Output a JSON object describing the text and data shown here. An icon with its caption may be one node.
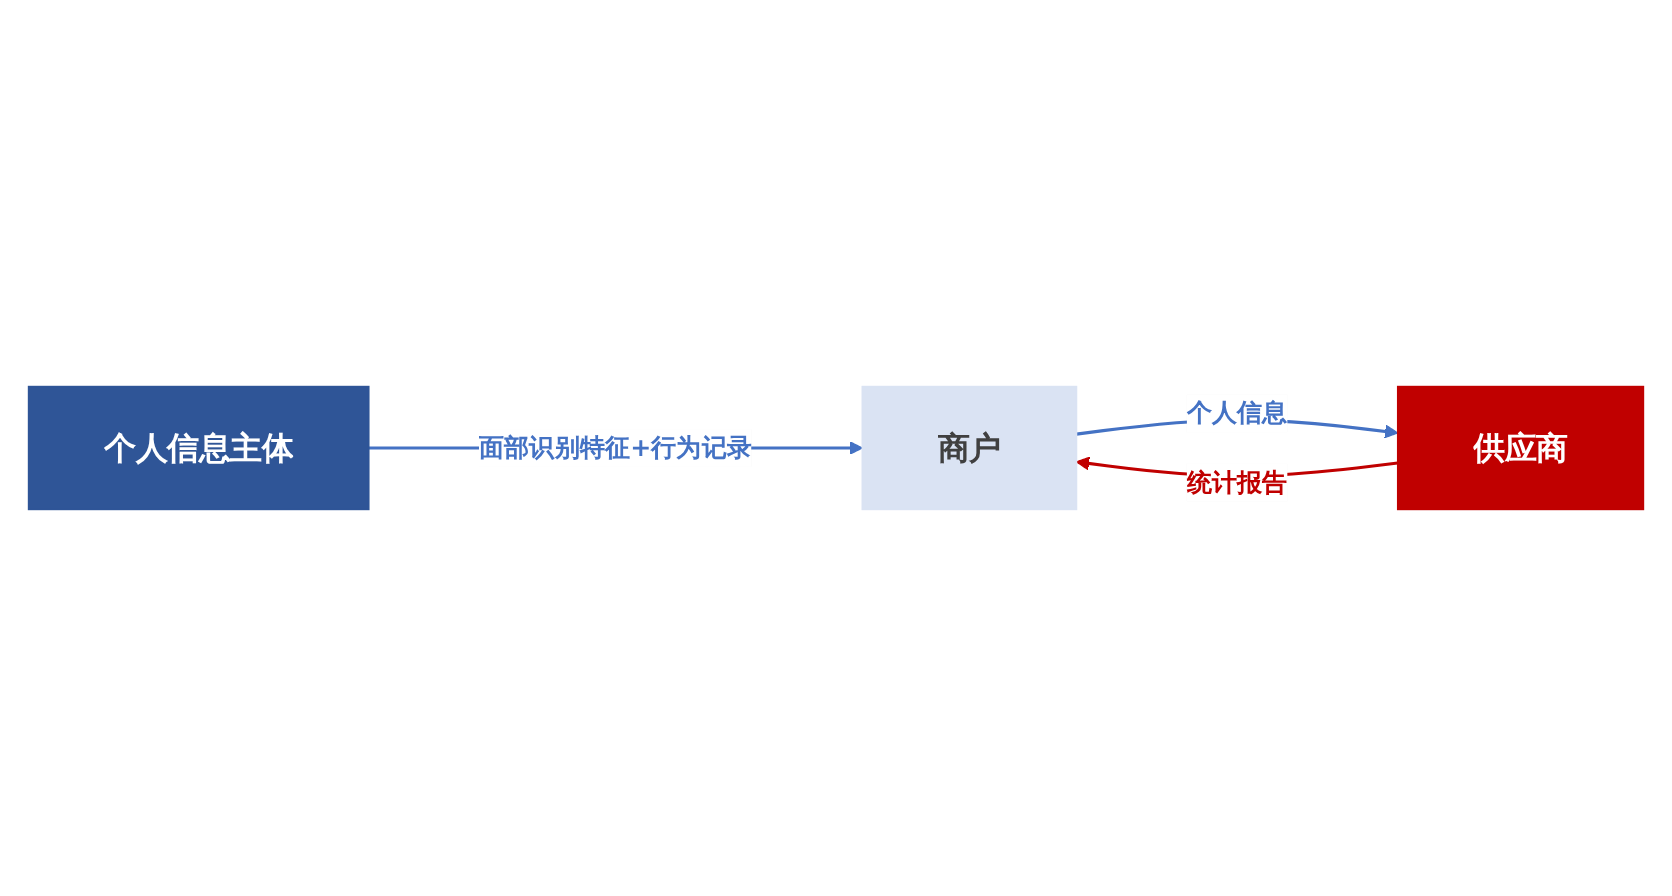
{
  "diagram": {
    "nodes": [
      {
        "text": [
          "个人信息主体"
        ]
      },
      {
        "text": [
          "商户"
        ]
      },
      {
        "text": [
          "供应商"
        ]
      }
    ],
    "edges": [
      {
        "from": 0,
        "to": 1,
        "arrow": "to",
        "label": "面部识别特征+行为记录"
      },
      {
        "from": 1,
        "to": 2,
        "arrow": "to",
        "label": "个人信息"
      },
      {
        "from": 2,
        "to": 1,
        "arrow": "to",
        "label": "统计报告",
        "color": "#c00000"
      }
    ]
  }
}
